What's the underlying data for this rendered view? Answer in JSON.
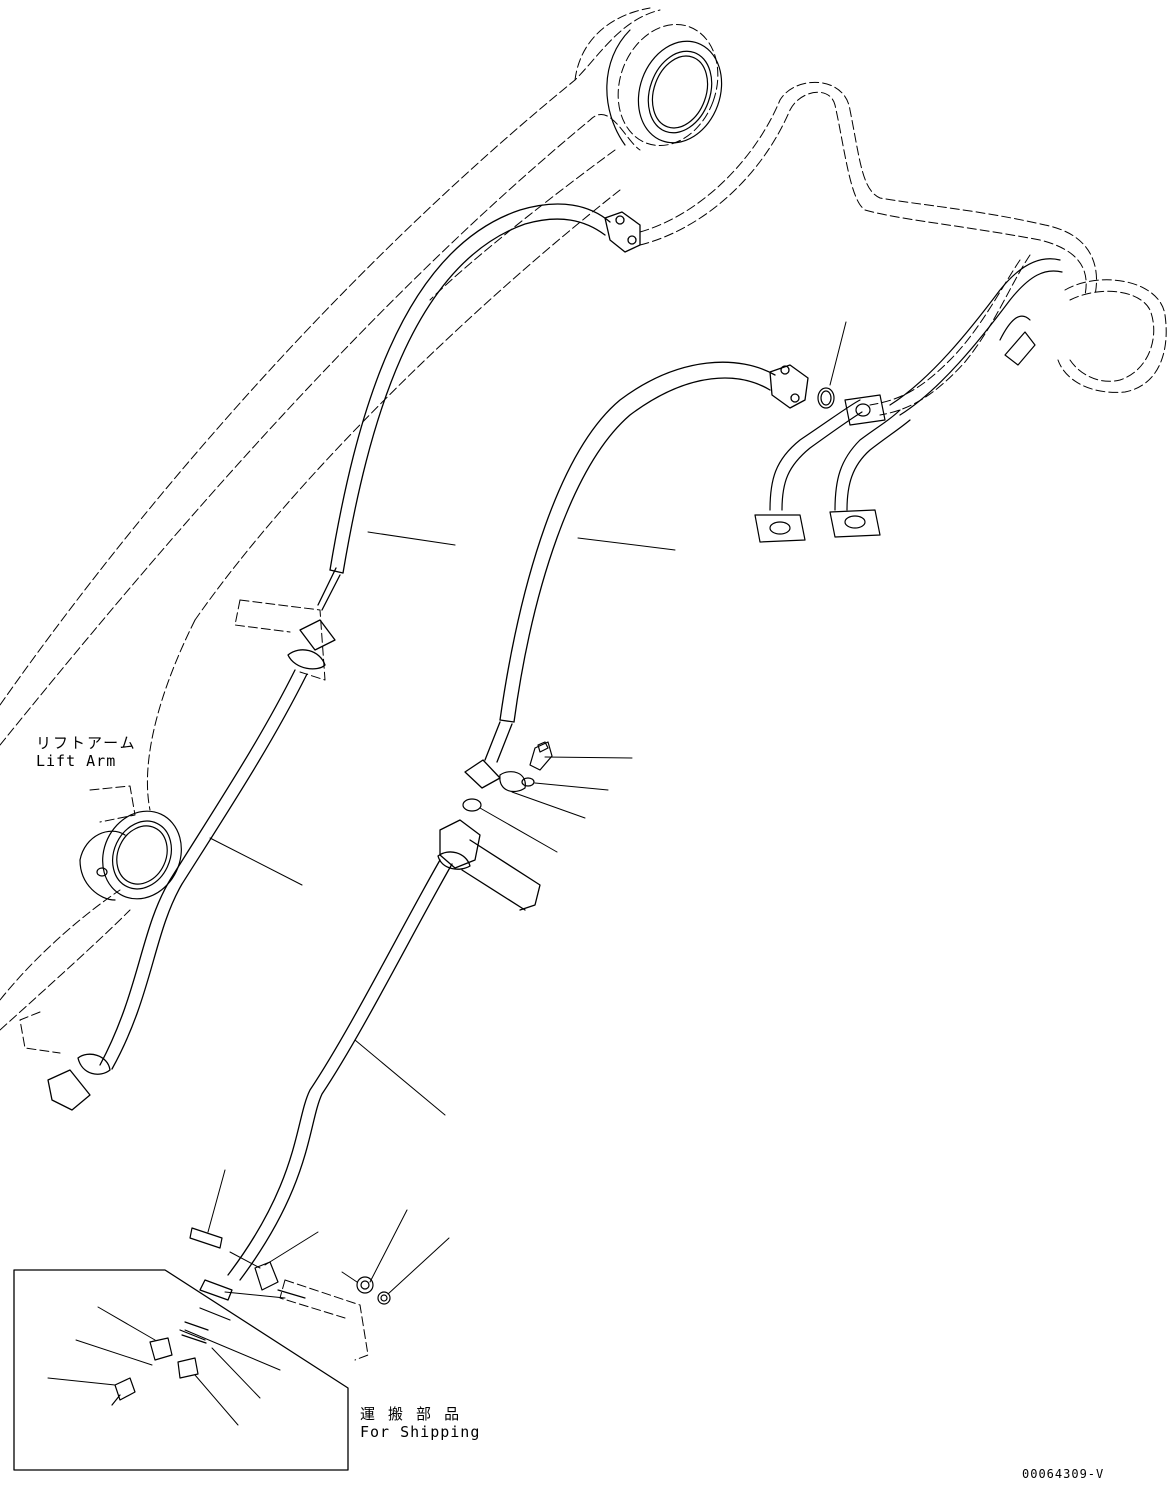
{
  "labels": {
    "lift_arm_jp": "リフトアーム",
    "lift_arm_en": "Lift Arm",
    "shipping_jp": "運 搬 部 品",
    "shipping_en": "For Shipping",
    "drawing_code": "00064309-V"
  },
  "colors": {
    "line": "#000000",
    "background": "#ffffff"
  }
}
